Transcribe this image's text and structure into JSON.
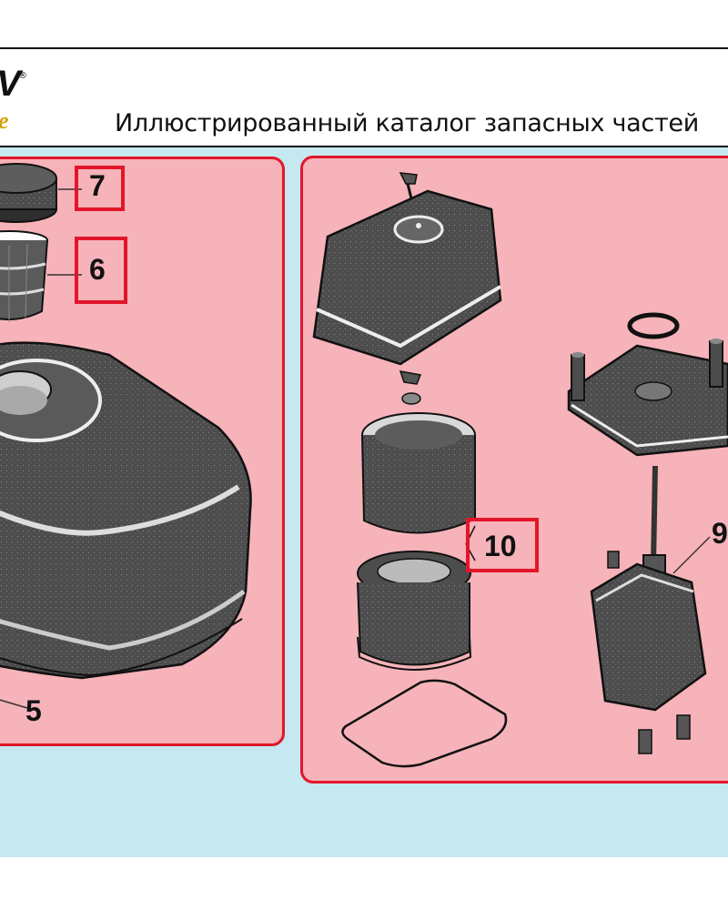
{
  "header": {
    "logo_top": "V",
    "logo_reg": "®",
    "logo_bottom": "e",
    "title": "Иллюстрированный каталог запасных частей"
  },
  "parts": {
    "p7": "7",
    "p6": "6",
    "p5": "5",
    "p10": "10",
    "p9": "9"
  },
  "colors": {
    "panel_fill": "#f6b3b9",
    "panel_border": "#e2162a",
    "page_background": "#c5e8f1",
    "callout_box": "#e2162a",
    "logo_accent": "#d4a10a"
  }
}
